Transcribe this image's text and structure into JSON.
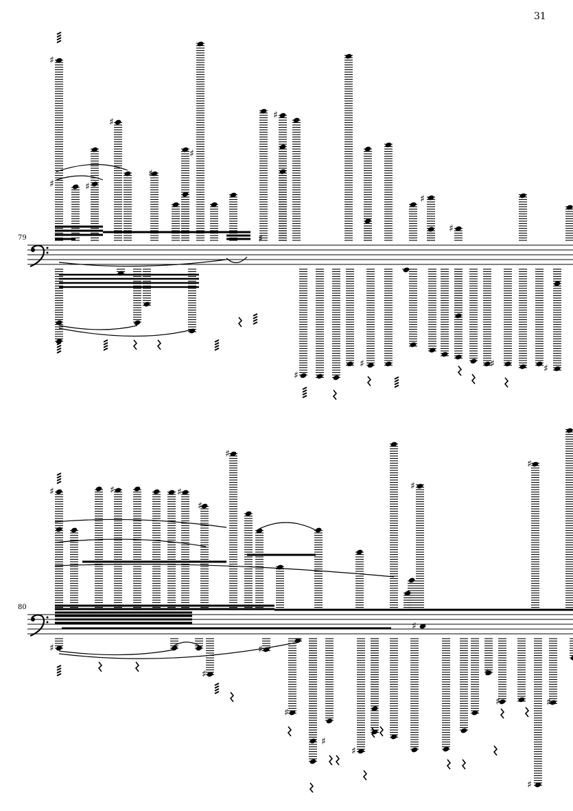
{
  "page": {
    "number": "31"
  },
  "systems": [
    {
      "measure_number": "79",
      "clef": "bass"
    },
    {
      "measure_number": "80",
      "clef": "bass"
    }
  ],
  "colors": {
    "ink": "#000000",
    "paper": "#ffffff"
  }
}
